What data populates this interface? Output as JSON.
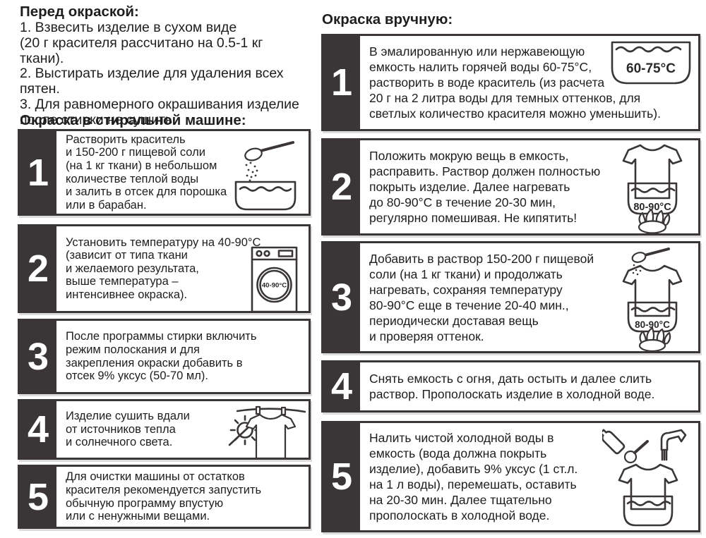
{
  "colors": {
    "ink": "#3a3637",
    "paper": "#ffffff",
    "shadow": "#dcdcdc"
  },
  "before": {
    "title": "Перед окраской:",
    "body": "1. Взвесить изделие в сухом виде\n(20 г красителя рассчитано на 0.5-1 кг ткани).\n2. Выстирать изделие для удаления всех\nпятен.\n3. Для равномерного окрашивания изделие\nпосле стирки не сушить."
  },
  "machine": {
    "title": "Окраска в стиральной машине:",
    "steps": [
      {
        "num": "1",
        "text": "Растворить краситель\nи 150-200 г пищевой соли\n(на 1 кг ткани) в небольшом\nколичестве теплой воды\nи залить в отсек для порошка\nили в барабан.",
        "icon": "salt-spoon-and-pot-icon"
      },
      {
        "num": "2",
        "text": "Установить температуру на 40-90°C\n(зависит от типа ткани\nи желаемого результата,\nвыше температура –\nинтенсивнее окраска).",
        "icon": "washing-machine-icon",
        "icon_label": "40-90°C"
      },
      {
        "num": "3",
        "text": "После программы стирки включить\nрежим полоскания и для\nзакрепления окраски добавить в\nотсек 9% уксус (50-70 мл)."
      },
      {
        "num": "4",
        "text": "Изделие сушить вдали\nот источников тепла\nи солнечного света.",
        "icon": "no-sun-icon, shirt-on-clothesline-icon"
      },
      {
        "num": "5",
        "text": "Для очистки машины от остатков\nкрасителя рекомендуется запустить\nобычную программу впустую\nили с ненужными вещами."
      }
    ]
  },
  "hand": {
    "title": "Окраска вручную:",
    "steps": [
      {
        "num": "1",
        "text": "В эмалированную или нержавеющую\nемкость налить горячей воды 60-75°C,\nрастворить в воде краситель (из расчета\n20 г на 2 литра воды для темных оттенков, для\nсветлых количество красителя можно уменьшить).",
        "icon": "pot-of-hot-water-icon",
        "icon_label": "60-75°C"
      },
      {
        "num": "2",
        "text": "Положить мокрую вещь в емкость,\nрасправить. Раствор должен полностью\nпокрыть изделие. Далее нагревать\nдо 80-90°C в течение 20-30 мин,\nрегулярно помешивая. Не кипятить!",
        "icon": "shirt-in-pot-on-flame-icon",
        "icon_label": "80-90°C"
      },
      {
        "num": "3",
        "text": "Добавить в раствор 150-200 г пищевой\nсоли (на 1 кг ткани) и продолжать\nнагревать, сохраняя температуру\n80-90°C еще в течение 20-40 мин.,\nпериодически доставая вещь\nи проверяя оттенок.",
        "icon": "salt-spoon-shirt-in-pot-on-flame-icon",
        "icon_label": "80-90°C"
      },
      {
        "num": "4",
        "text": "Снять емкость с огня, дать остыть и далее слить\nраствор. Прополоскать изделие в холодной воде."
      },
      {
        "num": "5",
        "text": "Налить чистой холодной воды в\nемкость (вода должна покрыть\nизделие), добавить 9% уксус (1 ст.л.\nна 1 л воды), перемешать, оставить\nна 20-30 мин. Далее тщательно\nпрополоскать в холодной воде.",
        "icon": "vinegar-bottle-spoon-faucet-shirt-in-pot-icon"
      }
    ]
  }
}
